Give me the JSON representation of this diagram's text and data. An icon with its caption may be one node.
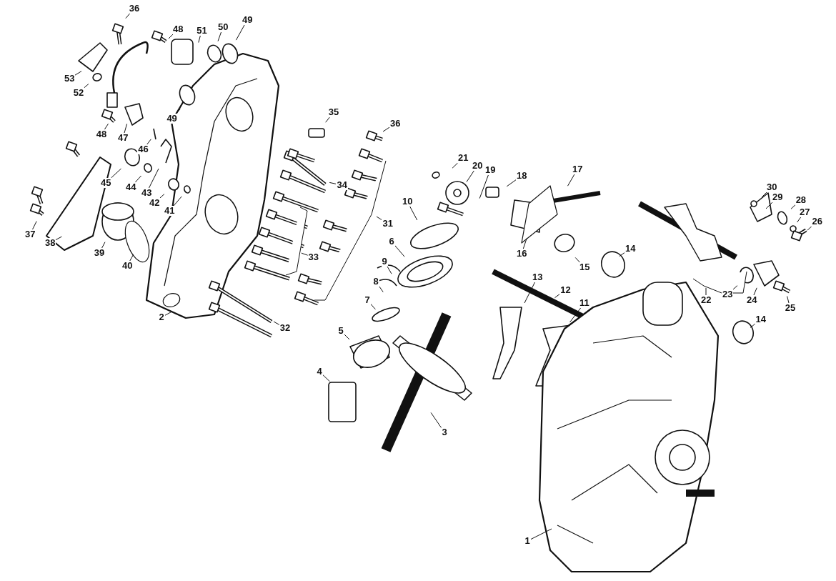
{
  "diagram": {
    "nodes": [
      {
        "text": [
          "36"
        ]
      },
      {
        "text": [
          "48"
        ]
      },
      {
        "text": [
          "51"
        ]
      },
      {
        "text": [
          "50"
        ]
      },
      {
        "text": [
          "49"
        ]
      },
      {
        "text": [
          "53"
        ]
      },
      {
        "text": [
          "52"
        ]
      },
      {
        "text": [
          "49"
        ]
      },
      {
        "text": [
          "35"
        ]
      },
      {
        "text": [
          "36"
        ]
      },
      {
        "text": [
          "48"
        ]
      },
      {
        "text": [
          "47"
        ]
      },
      {
        "text": [
          "46"
        ]
      },
      {
        "text": [
          "21"
        ]
      },
      {
        "text": [
          "20"
        ]
      },
      {
        "text": [
          "17"
        ]
      },
      {
        "text": [
          "19"
        ]
      },
      {
        "text": [
          "18"
        ]
      },
      {
        "text": [
          "45"
        ]
      },
      {
        "text": [
          "34"
        ]
      },
      {
        "text": [
          "44"
        ]
      },
      {
        "text": [
          "43"
        ]
      },
      {
        "text": [
          "30"
        ]
      },
      {
        "text": [
          "10"
        ]
      },
      {
        "text": [
          "29"
        ]
      },
      {
        "text": [
          "42"
        ]
      },
      {
        "text": [
          "28"
        ]
      },
      {
        "text": [
          "41"
        ]
      },
      {
        "text": [
          "27"
        ]
      },
      {
        "text": [
          "31"
        ]
      },
      {
        "text": [
          "26"
        ]
      },
      {
        "text": [
          "37"
        ]
      },
      {
        "text": [
          "38"
        ]
      },
      {
        "text": [
          "6"
        ]
      },
      {
        "text": [
          "14"
        ]
      },
      {
        "text": [
          "39"
        ]
      },
      {
        "text": [
          "15"
        ]
      },
      {
        "text": [
          "16"
        ]
      },
      {
        "text": [
          "33"
        ]
      },
      {
        "text": [
          "9"
        ]
      },
      {
        "text": [
          "40"
        ]
      },
      {
        "text": [
          "8"
        ]
      },
      {
        "text": [
          "13"
        ]
      },
      {
        "text": [
          "12"
        ]
      },
      {
        "text": [
          "22"
        ]
      },
      {
        "text": [
          "23"
        ]
      },
      {
        "text": [
          "7"
        ]
      },
      {
        "text": [
          "24"
        ]
      },
      {
        "text": [
          "25"
        ]
      },
      {
        "text": [
          "11"
        ]
      },
      {
        "text": [
          "2"
        ]
      },
      {
        "text": [
          "14"
        ]
      },
      {
        "text": [
          "32"
        ]
      },
      {
        "text": [
          "5"
        ]
      },
      {
        "text": [
          "4"
        ]
      },
      {
        "text": [
          "3"
        ]
      },
      {
        "text": [
          "1"
        ]
      }
    ],
    "edges": [
      {
        "from": 0,
        "to": null,
        "arrow": "none"
      },
      {
        "from": 1,
        "to": null,
        "arrow": "none"
      },
      {
        "from": 2,
        "to": null,
        "arrow": "none"
      },
      {
        "from": 3,
        "to": null,
        "arrow": "none"
      },
      {
        "from": 4,
        "to": null,
        "arrow": "none"
      },
      {
        "from": 5,
        "to": null,
        "arrow": "none"
      },
      {
        "from": 6,
        "to": null,
        "arrow": "none"
      },
      {
        "from": 7,
        "to": null,
        "arrow": "none"
      },
      {
        "from": 8,
        "to": null,
        "arrow": "none"
      },
      {
        "from": 9,
        "to": null,
        "arrow": "none"
      },
      {
        "from": 10,
        "to": null,
        "arrow": "none"
      },
      {
        "from": 11,
        "to": null,
        "arrow": "none"
      },
      {
        "from": 12,
        "to": null,
        "arrow": "none"
      },
      {
        "from": 13,
        "to": null,
        "arrow": "none"
      },
      {
        "from": 14,
        "to": null,
        "arrow": "none"
      },
      {
        "from": 15,
        "to": null,
        "arrow": "none"
      },
      {
        "from": 16,
        "to": null,
        "arrow": "none"
      },
      {
        "from": 17,
        "to": null,
        "arrow": "none"
      },
      {
        "from": 18,
        "to": null,
        "arrow": "none"
      },
      {
        "from": 19,
        "to": null,
        "arrow": "none"
      },
      {
        "from": 20,
        "to": null,
        "arrow": "none"
      },
      {
        "from": 21,
        "to": null,
        "arrow": "none"
      },
      {
        "from": 22,
        "to": null,
        "arrow": "none"
      },
      {
        "from": 23,
        "to": null,
        "arrow": "none"
      },
      {
        "from": 24,
        "to": null,
        "arrow": "none"
      },
      {
        "from": 25,
        "to": null,
        "arrow": "none"
      },
      {
        "from": 26,
        "to": null,
        "arrow": "none"
      },
      {
        "from": 27,
        "to": null,
        "arrow": "none"
      },
      {
        "from": 28,
        "to": null,
        "arrow": "none"
      },
      {
        "from": 29,
        "to": null,
        "arrow": "none"
      },
      {
        "from": 30,
        "to": null,
        "arrow": "none"
      },
      {
        "from": 31,
        "to": null,
        "arrow": "none"
      },
      {
        "from": 32,
        "to": null,
        "arrow": "none"
      },
      {
        "from": 33,
        "to": null,
        "arrow": "none"
      },
      {
        "from": 34,
        "to": null,
        "arrow": "none"
      },
      {
        "from": 35,
        "to": null,
        "arrow": "none"
      },
      {
        "from": 36,
        "to": null,
        "arrow": "none"
      },
      {
        "from": 37,
        "to": null,
        "arrow": "none"
      },
      {
        "from": 38,
        "to": null,
        "arrow": "none"
      },
      {
        "from": 39,
        "to": null,
        "arrow": "none"
      },
      {
        "from": 40,
        "to": null,
        "arrow": "none"
      },
      {
        "from": 41,
        "to": null,
        "arrow": "none"
      },
      {
        "from": 42,
        "to": null,
        "arrow": "none"
      },
      {
        "from": 43,
        "to": null,
        "arrow": "none"
      },
      {
        "from": 44,
        "to": null,
        "arrow": "none"
      },
      {
        "from": 45,
        "to": null,
        "arrow": "none"
      },
      {
        "from": 46,
        "to": null,
        "arrow": "none"
      },
      {
        "from": 47,
        "to": null,
        "arrow": "none"
      },
      {
        "from": 48,
        "to": null,
        "arrow": "none"
      },
      {
        "from": 49,
        "to": null,
        "arrow": "none"
      },
      {
        "from": 50,
        "to": null,
        "arrow": "none"
      },
      {
        "from": 51,
        "to": null,
        "arrow": "none"
      },
      {
        "from": 52,
        "to": null,
        "arrow": "none"
      },
      {
        "from": 53,
        "to": null,
        "arrow": "none"
      },
      {
        "from": 54,
        "to": null,
        "arrow": "none"
      },
      {
        "from": 55,
        "to": null,
        "arrow": "none"
      },
      {
        "from": 56,
        "to": null,
        "arrow": "none"
      }
    ]
  }
}
